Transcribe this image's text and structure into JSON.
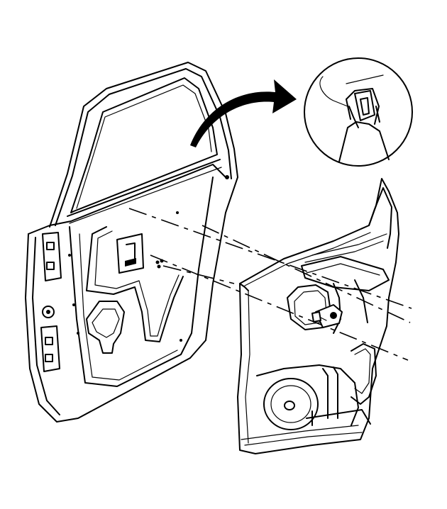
{
  "figure": {
    "type": "exploded-assembly-illustration",
    "parts": [
      "door-frame",
      "door-trim-panel",
      "detail-inset"
    ],
    "icons": [
      "curved-arrow-icon",
      "retainer-clip-icon"
    ],
    "colors": {
      "ink": "#000000",
      "paper": "#ffffff"
    }
  }
}
